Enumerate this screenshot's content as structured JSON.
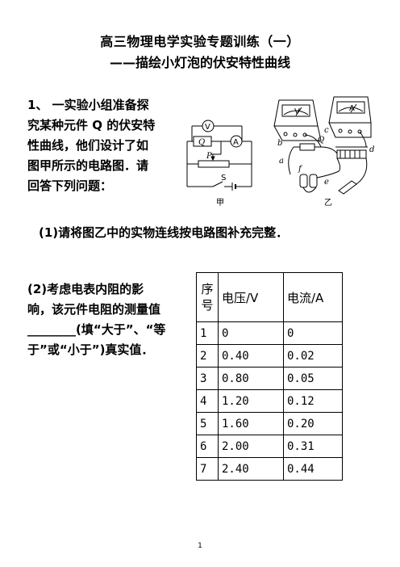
{
  "title": "高三物理电学实验专题训练（一）",
  "subtitle": "——描绘小灯泡的伏安特性曲线",
  "question1": {
    "number": "1、",
    "text": "一实验小组准备探\n究某种元件 Q 的伏安特\n性曲线，他们设计了如\n图甲所示的电路图．请\n回答下列问题："
  },
  "circuit": {
    "voltmeter": "V",
    "element": "Q",
    "ammeter": "A",
    "rheostat": "P",
    "switch": "S",
    "caption": "甲"
  },
  "apparatus": {
    "labels": [
      "V",
      "A",
      "a",
      "b",
      "c",
      "d",
      "e",
      "f",
      "Q"
    ],
    "caption": "乙"
  },
  "sub1": "(1)请将图乙中的实物连线按电路图补充完整．",
  "sub2": "(2)考虑电表内阻的影\n响，该元件电阻的测量值\n________(填“大于”、“等\n于”或“小于”)真实值．",
  "table": {
    "headers": [
      "序\n号",
      "电压/V",
      "电流/A"
    ],
    "rows": [
      [
        "1",
        "0",
        "0"
      ],
      [
        "2",
        "0.40",
        "0.02"
      ],
      [
        "3",
        "0.80",
        "0.05"
      ],
      [
        "4",
        "1.20",
        "0.12"
      ],
      [
        "5",
        "1.60",
        "0.20"
      ],
      [
        "6",
        "2.00",
        "0.31"
      ],
      [
        "7",
        "2.40",
        "0.44"
      ]
    ]
  },
  "page_number": "1"
}
